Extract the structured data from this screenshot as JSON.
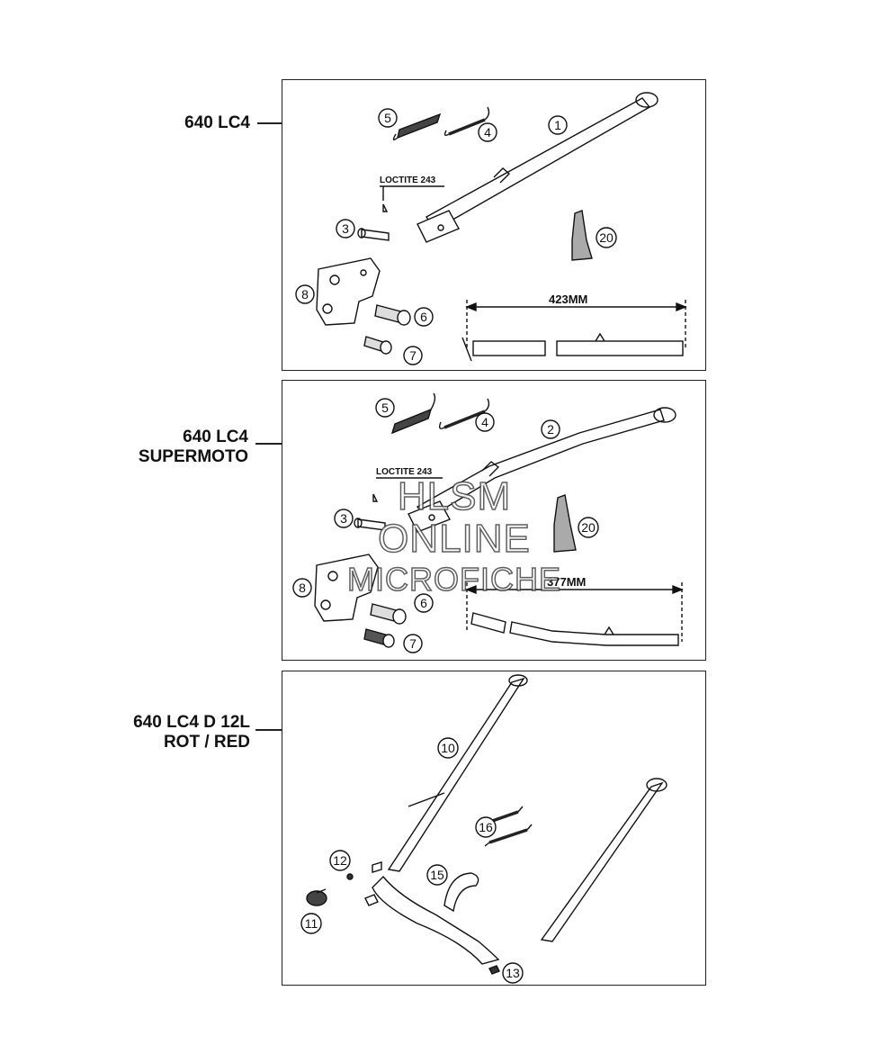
{
  "panels": [
    {
      "label_lines": [
        "640 LC4"
      ],
      "dimension": "423MM",
      "loctite": "LOCTITE 243",
      "callouts": [
        "5",
        "4",
        "1",
        "3",
        "20",
        "8",
        "6",
        "7"
      ]
    },
    {
      "label_lines": [
        "640 LC4",
        "SUPERMOTO"
      ],
      "dimension": "377MM",
      "loctite": "LOCTITE 243",
      "callouts": [
        "5",
        "4",
        "2",
        "3",
        "20",
        "8",
        "6",
        "7"
      ]
    },
    {
      "label_lines": [
        "640 LC4 D 12L",
        "ROT / RED"
      ],
      "callouts": [
        "10",
        "16",
        "12",
        "15",
        "11",
        "13"
      ]
    }
  ],
  "watermark": {
    "line1": "HLSM",
    "line2": "ONLINE",
    "line3": "MICROFICHE"
  }
}
